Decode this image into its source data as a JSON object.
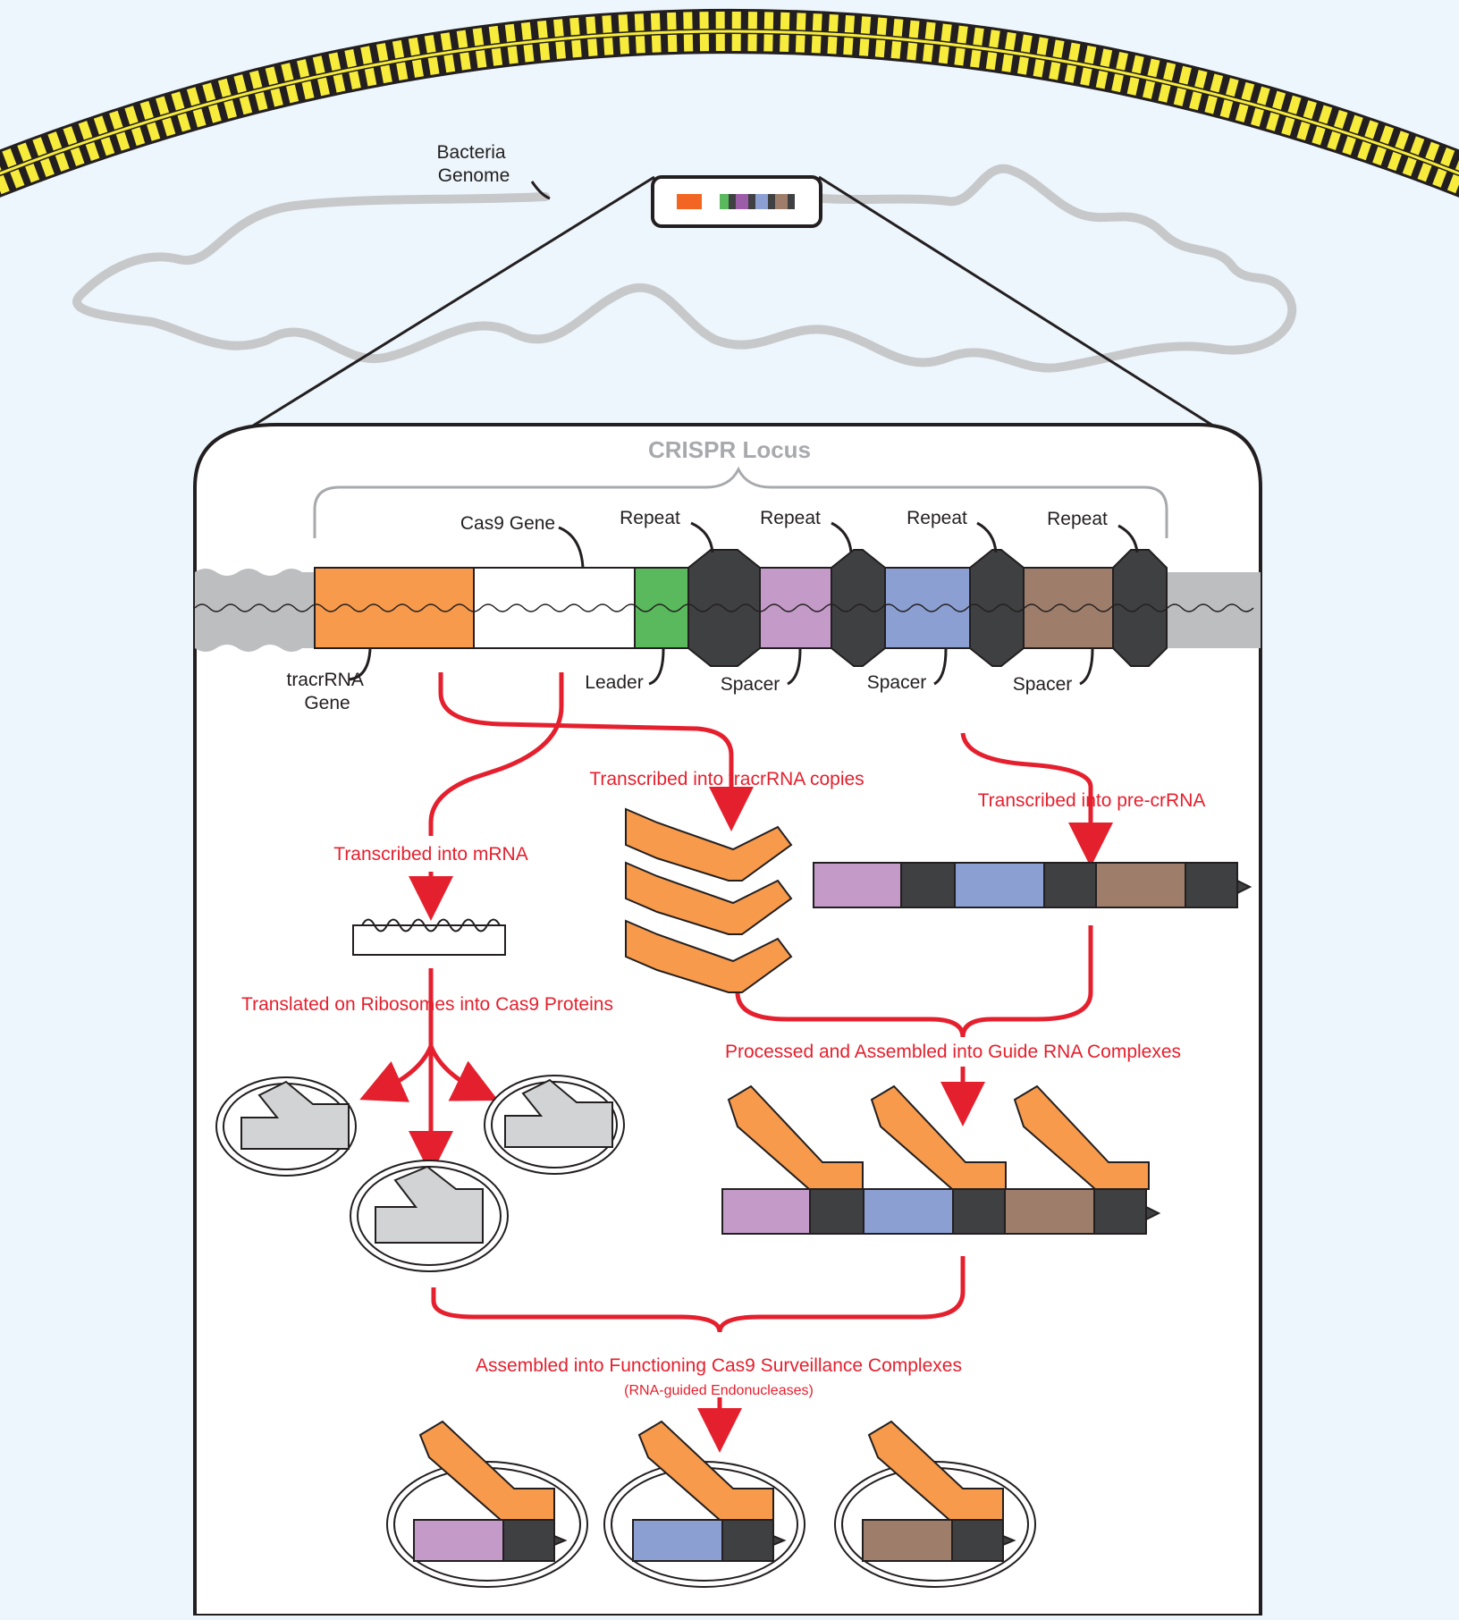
{
  "labels": {
    "bacteria_genome_line1": "Bacteria",
    "bacteria_genome_line2": "Genome",
    "crispr_locus": "CRISPR Locus",
    "cas9_gene": "Cas9 Gene",
    "repeat": "Repeat",
    "tracrrna_gene_line1": "tracrRNA",
    "tracrrna_gene_line2": "Gene",
    "leader": "Leader",
    "spacer": "Spacer"
  },
  "steps": {
    "tracr_copies": "Transcribed into tracrRNA copies",
    "pre_crrna": "Transcribed into pre-crRNA",
    "mrna": "Transcribed into mRNA",
    "translated": "Translated on Ribosomes into Cas9 Proteins",
    "processed": "Processed and Assembled into Guide RNA Complexes",
    "assembled": "Assembled into Functioning Cas9 Surveillance Complexes",
    "assembled_sub": "(RNA-guided Endonucleases)"
  },
  "colors": {
    "membrane": "#f7ec3b",
    "genome": "#c7c8ca",
    "tracr": "#f79a4b",
    "leader": "#59b95c",
    "repeat": "#3f4042",
    "spacer1": "#c39ac8",
    "spacer2": "#8c9fd3",
    "spacer3": "#9e7e6b",
    "flank": "#bcbec0",
    "arrow": "#e5202e",
    "cas9_protein": "#d1d3d4"
  }
}
